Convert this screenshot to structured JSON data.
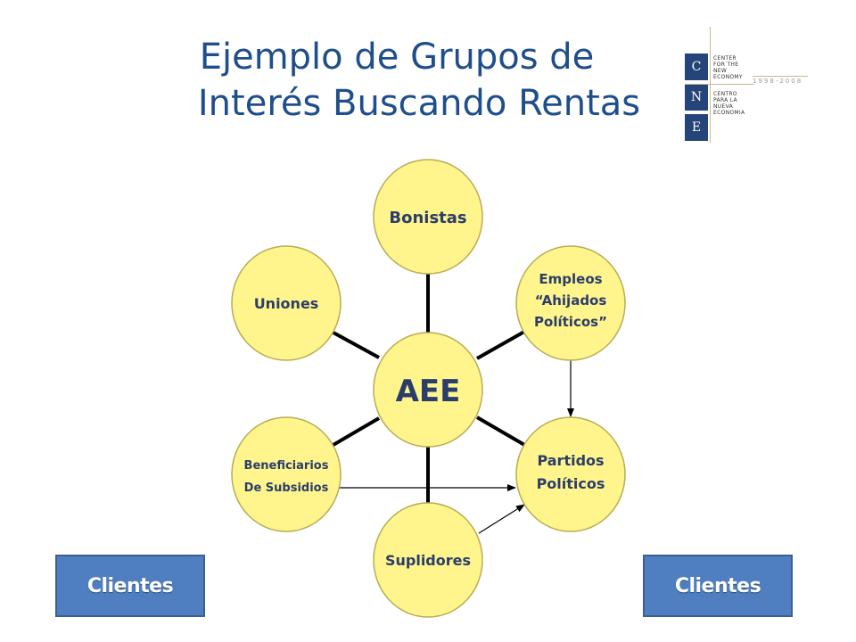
{
  "title": {
    "line1": "Ejemplo de Grupos de",
    "line2": "Interés Buscando Rentas"
  },
  "logo": {
    "letters": [
      "C",
      "N",
      "E"
    ],
    "text_en": [
      "CENTER",
      "FOR THE",
      "NEW",
      "ECONOMY"
    ],
    "text_es": [
      "CENTRO",
      "PARA LA",
      "NUEVA",
      "ECONOMIA"
    ],
    "years": "1998-2008"
  },
  "nodes": {
    "center": "AEE",
    "bonistas": "Bonistas",
    "empleos": [
      "Empleos",
      "“Ahijados",
      "Políticos”"
    ],
    "partidos": [
      "Partidos",
      "Políticos"
    ],
    "suplidores": "Suplidores",
    "beneficiarios": [
      "Beneficiarios",
      "De Subsidios"
    ],
    "uniones": "Uniones"
  },
  "buttons": {
    "clientes_left": "Clientes",
    "clientes_right": "Clientes"
  },
  "colors": {
    "node_fill": "#fff58c",
    "node_stroke": "#b8ad55",
    "title": "#1f4e8c",
    "button": "#4f7fc0"
  }
}
